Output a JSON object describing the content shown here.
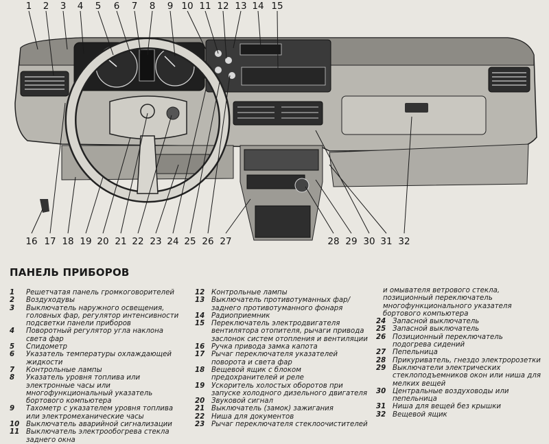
{
  "diagram": {
    "top_labels": [
      "1",
      "2",
      "3",
      "4",
      "5",
      "6",
      "7",
      "8",
      "9",
      "10",
      "11",
      "12",
      "13",
      "14",
      "15"
    ],
    "bottom_labels": [
      "16",
      "17",
      "18",
      "19",
      "20",
      "21",
      "22",
      "23",
      "24",
      "25",
      "26",
      "27",
      "28",
      "29",
      "30",
      "31",
      "32"
    ]
  },
  "legend": {
    "title": "ПАНЕЛЬ ПРИБОРОВ",
    "col1": [
      {
        "n": "1",
        "text": "Решетчатая панель громкоговорителей"
      },
      {
        "n": "2",
        "text": "Воздуходувы"
      },
      {
        "n": "3",
        "text": "Выключатель наружного освещения, головных фар, регулятор интенсивности подсветки панели приборов"
      },
      {
        "n": "4",
        "text": "Поворотный регулятор угла наклона света фар"
      },
      {
        "n": "5",
        "text": "Спидометр"
      },
      {
        "n": "6",
        "text": "Указатель температуры охлаждающей жидкости"
      },
      {
        "n": "7",
        "text": "Контрольные лампы"
      },
      {
        "n": "8",
        "text": "Указатель уровня топлива или электронные часы или многофункциональный указатель бортового компьютера"
      },
      {
        "n": "9",
        "text": "Тахометр с указателем уровня топлива или электромеханические часы"
      },
      {
        "n": "10",
        "text": "Выключатель аварийной сигнализации"
      },
      {
        "n": "11",
        "text": "Выключатель электрообогрева стекла заднего окна"
      }
    ],
    "col2": [
      {
        "n": "12",
        "text": "Контрольные лампы"
      },
      {
        "n": "13",
        "text": "Выключатель противотуманных фар/заднего противотуманного фонаря"
      },
      {
        "n": "14",
        "text": "Радиоприемник"
      },
      {
        "n": "15",
        "text": "Переключатель электродвигателя вентилятора отопителя, рычаги привода заслонок систем отопления и вентиляции"
      },
      {
        "n": "16",
        "text": "Ручка привода замка капота"
      },
      {
        "n": "17",
        "text": "Рычаг переключателя указателей поворота и света фар"
      },
      {
        "n": "18",
        "text": "Вещевой ящик с блоком предохранителей и реле"
      },
      {
        "n": "19",
        "text": "Ускоритель холостых оборотов при запуске холодного дизельного двигателя"
      },
      {
        "n": "20",
        "text": "Звуковой сигнал"
      },
      {
        "n": "21",
        "text": "Выключатель (замок) зажигания"
      },
      {
        "n": "22",
        "text": "Ниша для документов"
      },
      {
        "n": "23",
        "text": "Рычаг переключателя стеклоочистителей"
      }
    ],
    "col3_intro": "и омывателя ветрового стекла, позиционный переключатель многофункционального указателя бортового компьютера",
    "col3": [
      {
        "n": "24",
        "text": "Запасной выключатель"
      },
      {
        "n": "25",
        "text": "Запасной выключатель"
      },
      {
        "n": "26",
        "text": "Позиционный переключатель подогрева сидений"
      },
      {
        "n": "27",
        "text": "Пепельница"
      },
      {
        "n": "28",
        "text": "Прикуриватель, гнездо электророзетки"
      },
      {
        "n": "29",
        "text": "Выключатели электрических стеклоподъемников окон или ниша для мелких вещей"
      },
      {
        "n": "30",
        "text": "Центральные воздуховоды или пепельница"
      },
      {
        "n": "31",
        "text": "Ниша для вещей без крышки"
      },
      {
        "n": "32",
        "text": "Вещевой ящик"
      }
    ]
  }
}
